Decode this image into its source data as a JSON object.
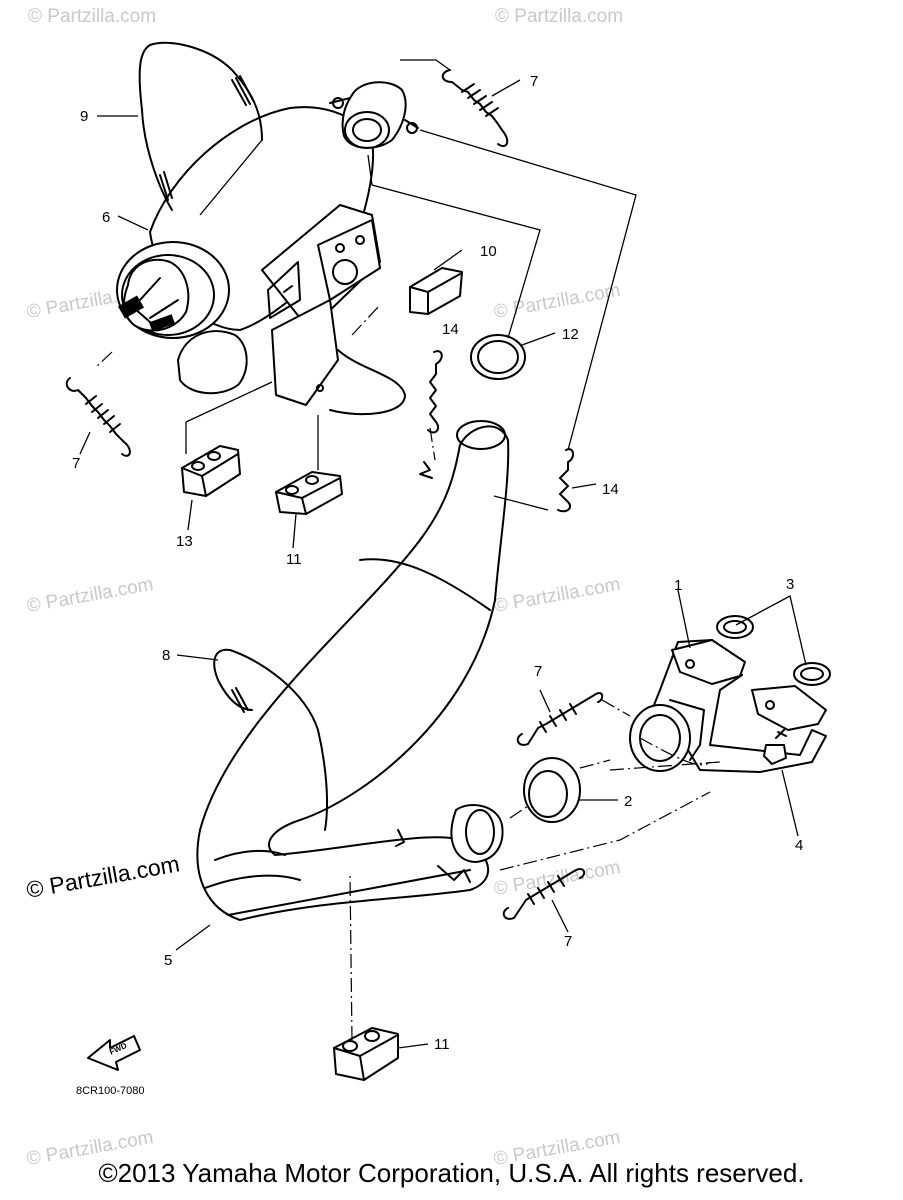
{
  "watermarks": {
    "faded": "© Partzilla.com",
    "dark": "© Partzilla.com"
  },
  "callouts": [
    "1",
    "2",
    "3",
    "4",
    "5",
    "6",
    "7",
    "8",
    "9",
    "10",
    "11",
    "12",
    "13",
    "14"
  ],
  "drawing_code": "8CR100-7080",
  "fwd_label": "FWD",
  "footer": {
    "copyright": "©2013 Yamaha Motor Corporation, U.S.A. All rights reserved."
  },
  "icons": [
    "fwd-arrow-icon"
  ]
}
